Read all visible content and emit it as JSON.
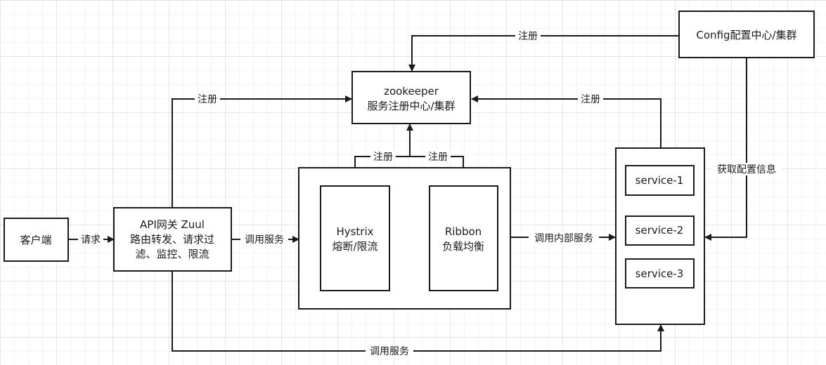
{
  "nodes": {
    "client": "客户端",
    "gateway": {
      "line1": "API网关 Zuul",
      "line2": "路由转发、请求过",
      "line3": "滤、监控、限流"
    },
    "zookeeper": {
      "line1": "zookeeper",
      "line2": "服务注册中心/集群"
    },
    "config": "Config配置中心/集群",
    "hystrix": {
      "line1": "Hystrix",
      "line2": "熔断/限流"
    },
    "ribbon": {
      "line1": "Ribbon",
      "line2": "负载均衡"
    },
    "services": [
      "service-1",
      "service-2",
      "service-3"
    ]
  },
  "edges": {
    "request": "请求",
    "call_service": "调用服务",
    "register_config": "注册",
    "register_gateway": "注册",
    "register_services": "注册",
    "register_hystrix": "注册",
    "register_ribbon": "注册",
    "get_config": "获取配置信息",
    "call_internal": "调用内部服务",
    "call_service_bottom": "调用服务"
  },
  "colors": {
    "stroke": "#1a1a1a",
    "background": "#ffffff",
    "grid": "#e3e3e3"
  }
}
